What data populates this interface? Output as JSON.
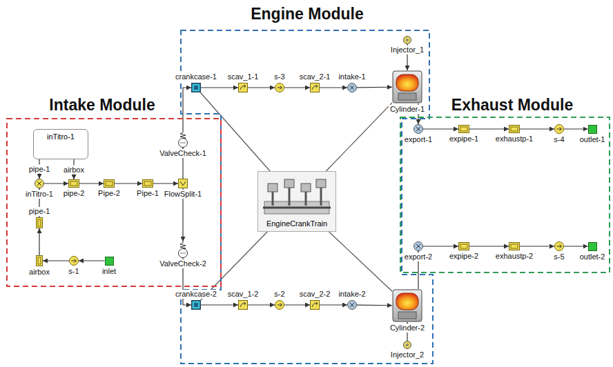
{
  "diagram": {
    "nodes": [
      {
        "text": [
          "Engine Module"
        ]
      },
      {
        "text": [
          "Injector_1"
        ],
        "in": 0
      },
      {
        "text": [
          "crankcase-1"
        ],
        "in": 0
      },
      {
        "text": [
          "scav_1-1"
        ],
        "in": 0
      },
      {
        "text": [
          "s-3"
        ],
        "in": 0
      },
      {
        "text": [
          "scav_2-1"
        ],
        "in": 0
      },
      {
        "text": [
          "intake-1"
        ],
        "in": 0
      },
      {
        "text": [
          "Cylinder-1"
        ],
        "in": 0
      },
      {
        "text": [
          "Intake Module"
        ]
      },
      {
        "text": [
          "inTitro-1"
        ],
        "in": 8
      },
      {
        "text": [
          "ValveCheck-1"
        ],
        "in": 8
      },
      {
        "text": [
          "inTitro-1"
        ],
        "in": 8
      },
      {
        "text": [
          "pipe-2"
        ],
        "in": 8
      },
      {
        "text": [
          "Pipe-2"
        ],
        "in": 8
      },
      {
        "text": [
          "Pipe-1"
        ],
        "in": 8
      },
      {
        "text": [
          "FlowSplit-1"
        ],
        "in": 8
      },
      {
        "text": [
          "pipe-1"
        ],
        "in": 8
      },
      {
        "text": [
          "ValveCheck-2"
        ],
        "in": 8
      },
      {
        "text": [
          "airbox"
        ],
        "in": 8
      },
      {
        "text": [
          "s-1"
        ],
        "in": 8
      },
      {
        "text": [
          "inlet"
        ],
        "in": 8
      },
      {
        "text": [
          "Exhaust Module"
        ]
      },
      {
        "text": [
          "export-1"
        ],
        "in": 21
      },
      {
        "text": [
          "expipe-1"
        ],
        "in": 21
      },
      {
        "text": [
          "exhaustp-1"
        ],
        "in": 21
      },
      {
        "text": [
          "s-4"
        ],
        "in": 21
      },
      {
        "text": [
          "outlet-1"
        ],
        "in": 21
      },
      {
        "text": [
          "export-2"
        ],
        "in": 21
      },
      {
        "text": [
          "expipe-2"
        ],
        "in": 21
      },
      {
        "text": [
          "exhaustp-2"
        ],
        "in": 21
      },
      {
        "text": [
          "s-5"
        ],
        "in": 21
      },
      {
        "text": [
          "outlet-2"
        ],
        "in": 21
      },
      {
        "text": [
          "EngineCrankTrain"
        ],
        "in": 0
      },
      {
        "text": [
          "crankcase-2"
        ],
        "in": 0
      },
      {
        "text": [
          "scav_1-2"
        ],
        "in": 0
      },
      {
        "text": [
          "s-2"
        ],
        "in": 0
      },
      {
        "text": [
          "scav_2-2"
        ],
        "in": 0
      },
      {
        "text": [
          "intake-2"
        ],
        "in": 0
      },
      {
        "text": [
          "Cylinder-2"
        ],
        "in": 0
      },
      {
        "text": [
          "Injector_2"
        ],
        "in": 0
      }
    ],
    "edges": [
      {
        "from": 20,
        "to": 19,
        "arrow": "to"
      },
      {
        "from": 19,
        "to": 18,
        "arrow": "to"
      },
      {
        "from": 18,
        "to": 16,
        "arrow": "to"
      },
      {
        "from": 16,
        "to": 11,
        "arrow": "to"
      },
      {
        "from": 9,
        "to": 11,
        "label": "pipe-1",
        "arrow": "to"
      },
      {
        "from": 9,
        "to": 12,
        "label": "airbox",
        "arrow": "to"
      },
      {
        "from": 11,
        "to": 12,
        "arrow": "to"
      },
      {
        "from": 12,
        "to": 13,
        "arrow": "to"
      },
      {
        "from": 13,
        "to": 14,
        "arrow": "to"
      },
      {
        "from": 14,
        "to": 15,
        "arrow": "to"
      },
      {
        "from": 15,
        "to": 10,
        "arrow": "to"
      },
      {
        "from": 15,
        "to": 17,
        "arrow": "to"
      },
      {
        "from": 10,
        "to": 2,
        "arrow": "to"
      },
      {
        "from": 2,
        "to": 3,
        "arrow": "to"
      },
      {
        "from": 3,
        "to": 4,
        "arrow": "to"
      },
      {
        "from": 4,
        "to": 5,
        "arrow": "to"
      },
      {
        "from": 5,
        "to": 6,
        "arrow": "to"
      },
      {
        "from": 6,
        "to": 7,
        "arrow": "to"
      },
      {
        "from": 1,
        "to": 7,
        "arrow": "to"
      },
      {
        "from": 17,
        "to": 33,
        "arrow": "to"
      },
      {
        "from": 33,
        "to": 34,
        "arrow": "to"
      },
      {
        "from": 34,
        "to": 35,
        "arrow": "to"
      },
      {
        "from": 35,
        "to": 36,
        "arrow": "to"
      },
      {
        "from": 36,
        "to": 37,
        "arrow": "to"
      },
      {
        "from": 37,
        "to": 38,
        "arrow": "to"
      },
      {
        "from": 39,
        "to": 38,
        "arrow": "to"
      },
      {
        "from": 7,
        "to": 22,
        "arrow": "to"
      },
      {
        "from": 22,
        "to": 23,
        "arrow": "to"
      },
      {
        "from": 23,
        "to": 24,
        "arrow": "to"
      },
      {
        "from": 24,
        "to": 25,
        "arrow": "to"
      },
      {
        "from": 25,
        "to": 26,
        "arrow": "to"
      },
      {
        "from": 38,
        "to": 27,
        "arrow": "to"
      },
      {
        "from": 27,
        "to": 28,
        "arrow": "to"
      },
      {
        "from": 28,
        "to": 29,
        "arrow": "to"
      },
      {
        "from": 29,
        "to": 30,
        "arrow": "to"
      },
      {
        "from": 30,
        "to": 31,
        "arrow": "to"
      },
      {
        "from": 2,
        "to": 32,
        "arrow": "none"
      },
      {
        "from": 7,
        "to": 32,
        "arrow": "none"
      },
      {
        "from": 33,
        "to": 32,
        "arrow": "none"
      },
      {
        "from": 38,
        "to": 32,
        "arrow": "none"
      }
    ]
  }
}
